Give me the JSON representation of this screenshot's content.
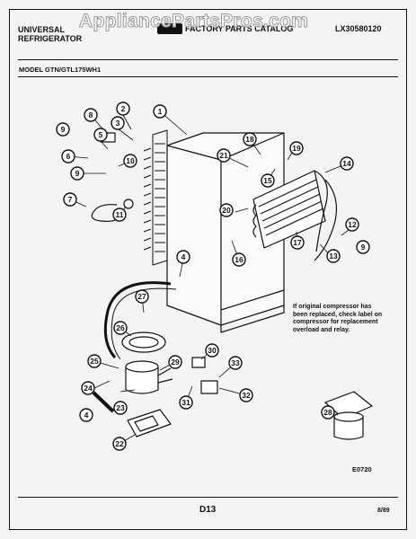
{
  "header": {
    "brand_line1": "UNIVERSAL",
    "brand_line2": "REFRIGERATOR",
    "logo_text": "FACTORY PARTS CATALOG",
    "catalog_number": "LX30580120",
    "model_label": "MODEL GTN/GTL175WH1"
  },
  "watermark": "AppliancePartsPros.com",
  "note": {
    "line1": "If original compressor has",
    "line2": "been replaced, check label on",
    "line3": "compressor for replacement",
    "line4": "overload and relay."
  },
  "callouts": [
    "1",
    "2",
    "3",
    "4",
    "5",
    "6",
    "7",
    "8",
    "9",
    "10",
    "11",
    "12",
    "13",
    "14",
    "15",
    "16",
    "17",
    "18",
    "19",
    "20",
    "21",
    "22",
    "23",
    "24",
    "25",
    "26",
    "27",
    "28",
    "29",
    "30",
    "31",
    "32",
    "33"
  ],
  "footer": {
    "diagram_code": "E0720",
    "page_id": "D13",
    "date": "8/89"
  }
}
